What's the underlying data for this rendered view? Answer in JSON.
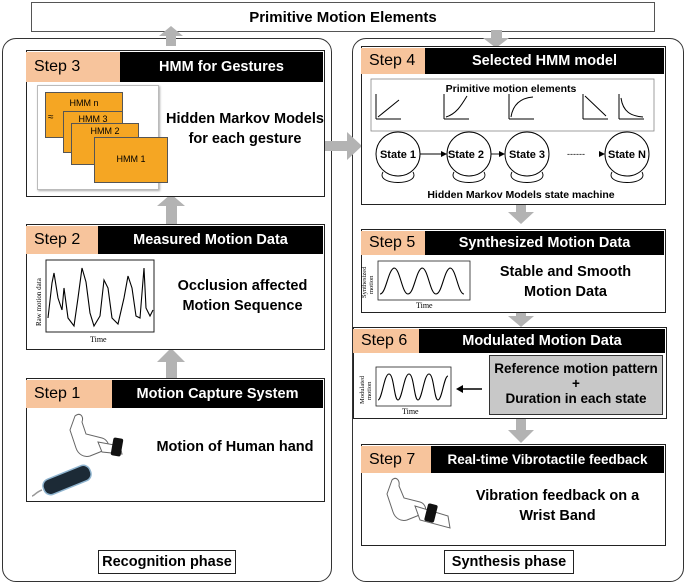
{
  "top_title": "Primitive Motion Elements",
  "phases": {
    "recognition": "Recognition phase",
    "synthesis": "Synthesis phase"
  },
  "steps": {
    "step1": {
      "tag": "Step 1",
      "title": "Motion Capture System",
      "text": "Motion of Human hand"
    },
    "step2": {
      "tag": "Step 2",
      "title": "Measured Motion Data",
      "text_line1": "Occlusion affected",
      "text_line2": "Motion Sequence",
      "ylabel": "Raw motion data",
      "xlabel": "Time"
    },
    "step3": {
      "tag": "Step 3",
      "title": "HMM for Gestures",
      "text_line1": "Hidden Markov Models",
      "text_line2": "for each gesture",
      "cards": [
        "HMM n",
        "HMM 3",
        "HMM 2",
        "HMM 1"
      ],
      "ellipsis": "≈"
    },
    "step4": {
      "tag": "Step 4",
      "title": "Selected HMM model",
      "primitive_label": "Primitive motion elements",
      "states": [
        "State 1",
        "State 2",
        "State 3",
        "State N"
      ],
      "dots": "------",
      "caption": "Hidden Markov Models  state machine"
    },
    "step5": {
      "tag": "Step 5",
      "title": "Synthesized  Motion Data",
      "text_line1": "Stable and Smooth",
      "text_line2": "Motion Data",
      "ylabel_line1": "Synthesized",
      "ylabel_line2": "motion",
      "xlabel": "Time"
    },
    "step6": {
      "tag": "Step 6",
      "title": "Modulated Motion Data",
      "ref_line1": "Reference motion pattern",
      "ref_plus": "+",
      "ref_line2": "Duration in each state",
      "ylabel_line1": "Modulated",
      "ylabel_line2": "motion",
      "xlabel": "Time"
    },
    "step7": {
      "tag": "Step 7",
      "title": "Real-time Vibrotactile feedback",
      "text_line1": "Vibration feedback on a",
      "text_line2": "Wrist Band"
    }
  },
  "colors": {
    "step_tag": "#f7c49c",
    "card_fill": "#f5a623",
    "arrow": "#b3b3b3",
    "title_bar": "#000000",
    "ref_box": "#c8c8c8"
  }
}
